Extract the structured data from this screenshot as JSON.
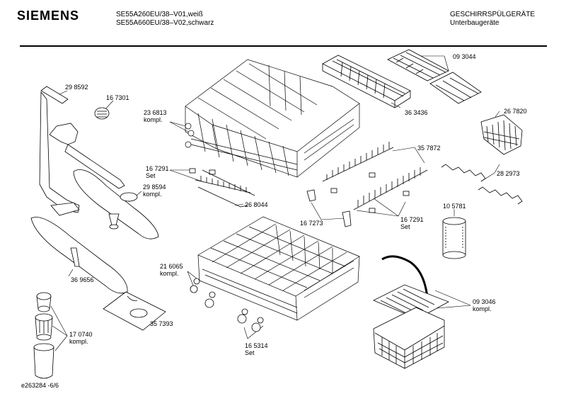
{
  "header": {
    "brand": "SIEMENS",
    "model_1": "SE55A260EU/38–V01,weiß",
    "model_2": "SE55A660EU/38–V02,schwarz",
    "category": "GESCHIRRSPÜLGERÄTE",
    "subcategory": "Unterbaugeräte"
  },
  "parts": [
    {
      "id": "p298592",
      "num": "29 8592",
      "note": ""
    },
    {
      "id": "p167301",
      "num": "16 7301",
      "note": ""
    },
    {
      "id": "p236813",
      "num": "23 6813",
      "note": "kompl."
    },
    {
      "id": "p093044",
      "num": "09 3044",
      "note": ""
    },
    {
      "id": "p363436",
      "num": "36 3436",
      "note": ""
    },
    {
      "id": "p267820",
      "num": "26 7820",
      "note": ""
    },
    {
      "id": "p167291a",
      "num": "16 7291",
      "note": "Set"
    },
    {
      "id": "p357872",
      "num": "35 7872",
      "note": ""
    },
    {
      "id": "p282973",
      "num": "28 2973",
      "note": ""
    },
    {
      "id": "p298594",
      "num": "29 8594",
      "note": "kompl."
    },
    {
      "id": "p268044",
      "num": "26 8044",
      "note": ""
    },
    {
      "id": "p167273",
      "num": "16 7273",
      "note": ""
    },
    {
      "id": "p167291b",
      "num": "16 7291",
      "note": "Set"
    },
    {
      "id": "p105781",
      "num": "10 5781",
      "note": ""
    },
    {
      "id": "p369656",
      "num": "36 9656",
      "note": ""
    },
    {
      "id": "p216065",
      "num": "21 6065",
      "note": "kompl."
    },
    {
      "id": "p093046",
      "num": "09 3046",
      "note": "kompl."
    },
    {
      "id": "p357393",
      "num": "35 7393",
      "note": ""
    },
    {
      "id": "p170740",
      "num": "17 0740",
      "note": "kompl."
    },
    {
      "id": "p165314",
      "num": "16 5314",
      "note": "Set"
    }
  ],
  "footer": {
    "code": "e263284 -6/6"
  }
}
